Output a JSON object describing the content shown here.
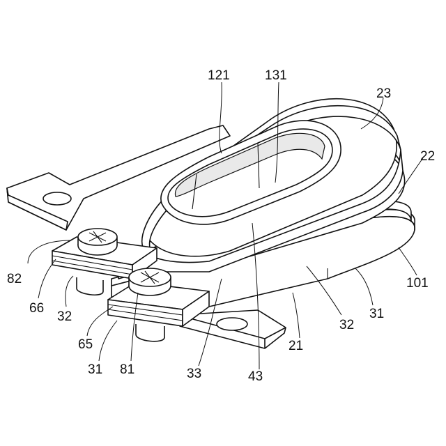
{
  "labels": {
    "l121": "121",
    "l131": "131",
    "l23": "23",
    "l22": "22",
    "l101": "101",
    "l82": "82",
    "l66": "66",
    "l32a": "32",
    "l65": "65",
    "l31a": "31",
    "l81": "81",
    "l33": "33",
    "l43": "43",
    "l21": "21",
    "l32b": "32",
    "l31b": "31"
  }
}
